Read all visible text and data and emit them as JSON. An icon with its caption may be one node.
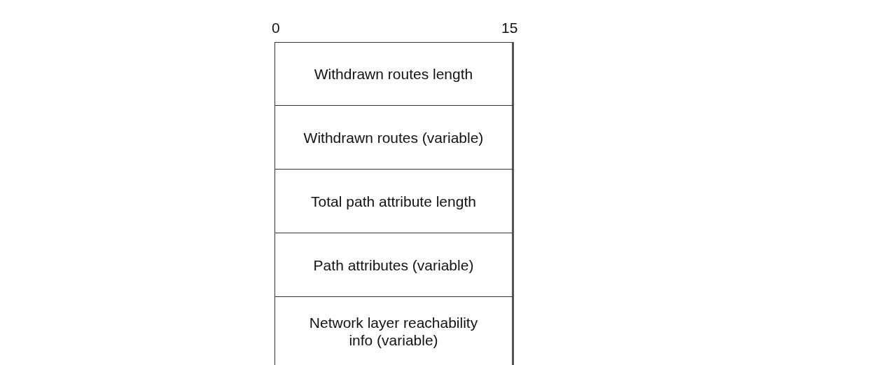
{
  "diagram": {
    "nodes": [
      {
        "text": [
          "Withdrawn routes length"
        ]
      },
      {
        "text": [
          "Withdrawn routes (variable)"
        ]
      },
      {
        "text": [
          "Total path attribute length"
        ]
      },
      {
        "text": [
          "Path attributes (variable)"
        ]
      },
      {
        "text": [
          "Network layer reachability info (variable)"
        ]
      }
    ],
    "labels": [
      "0",
      "15"
    ]
  }
}
